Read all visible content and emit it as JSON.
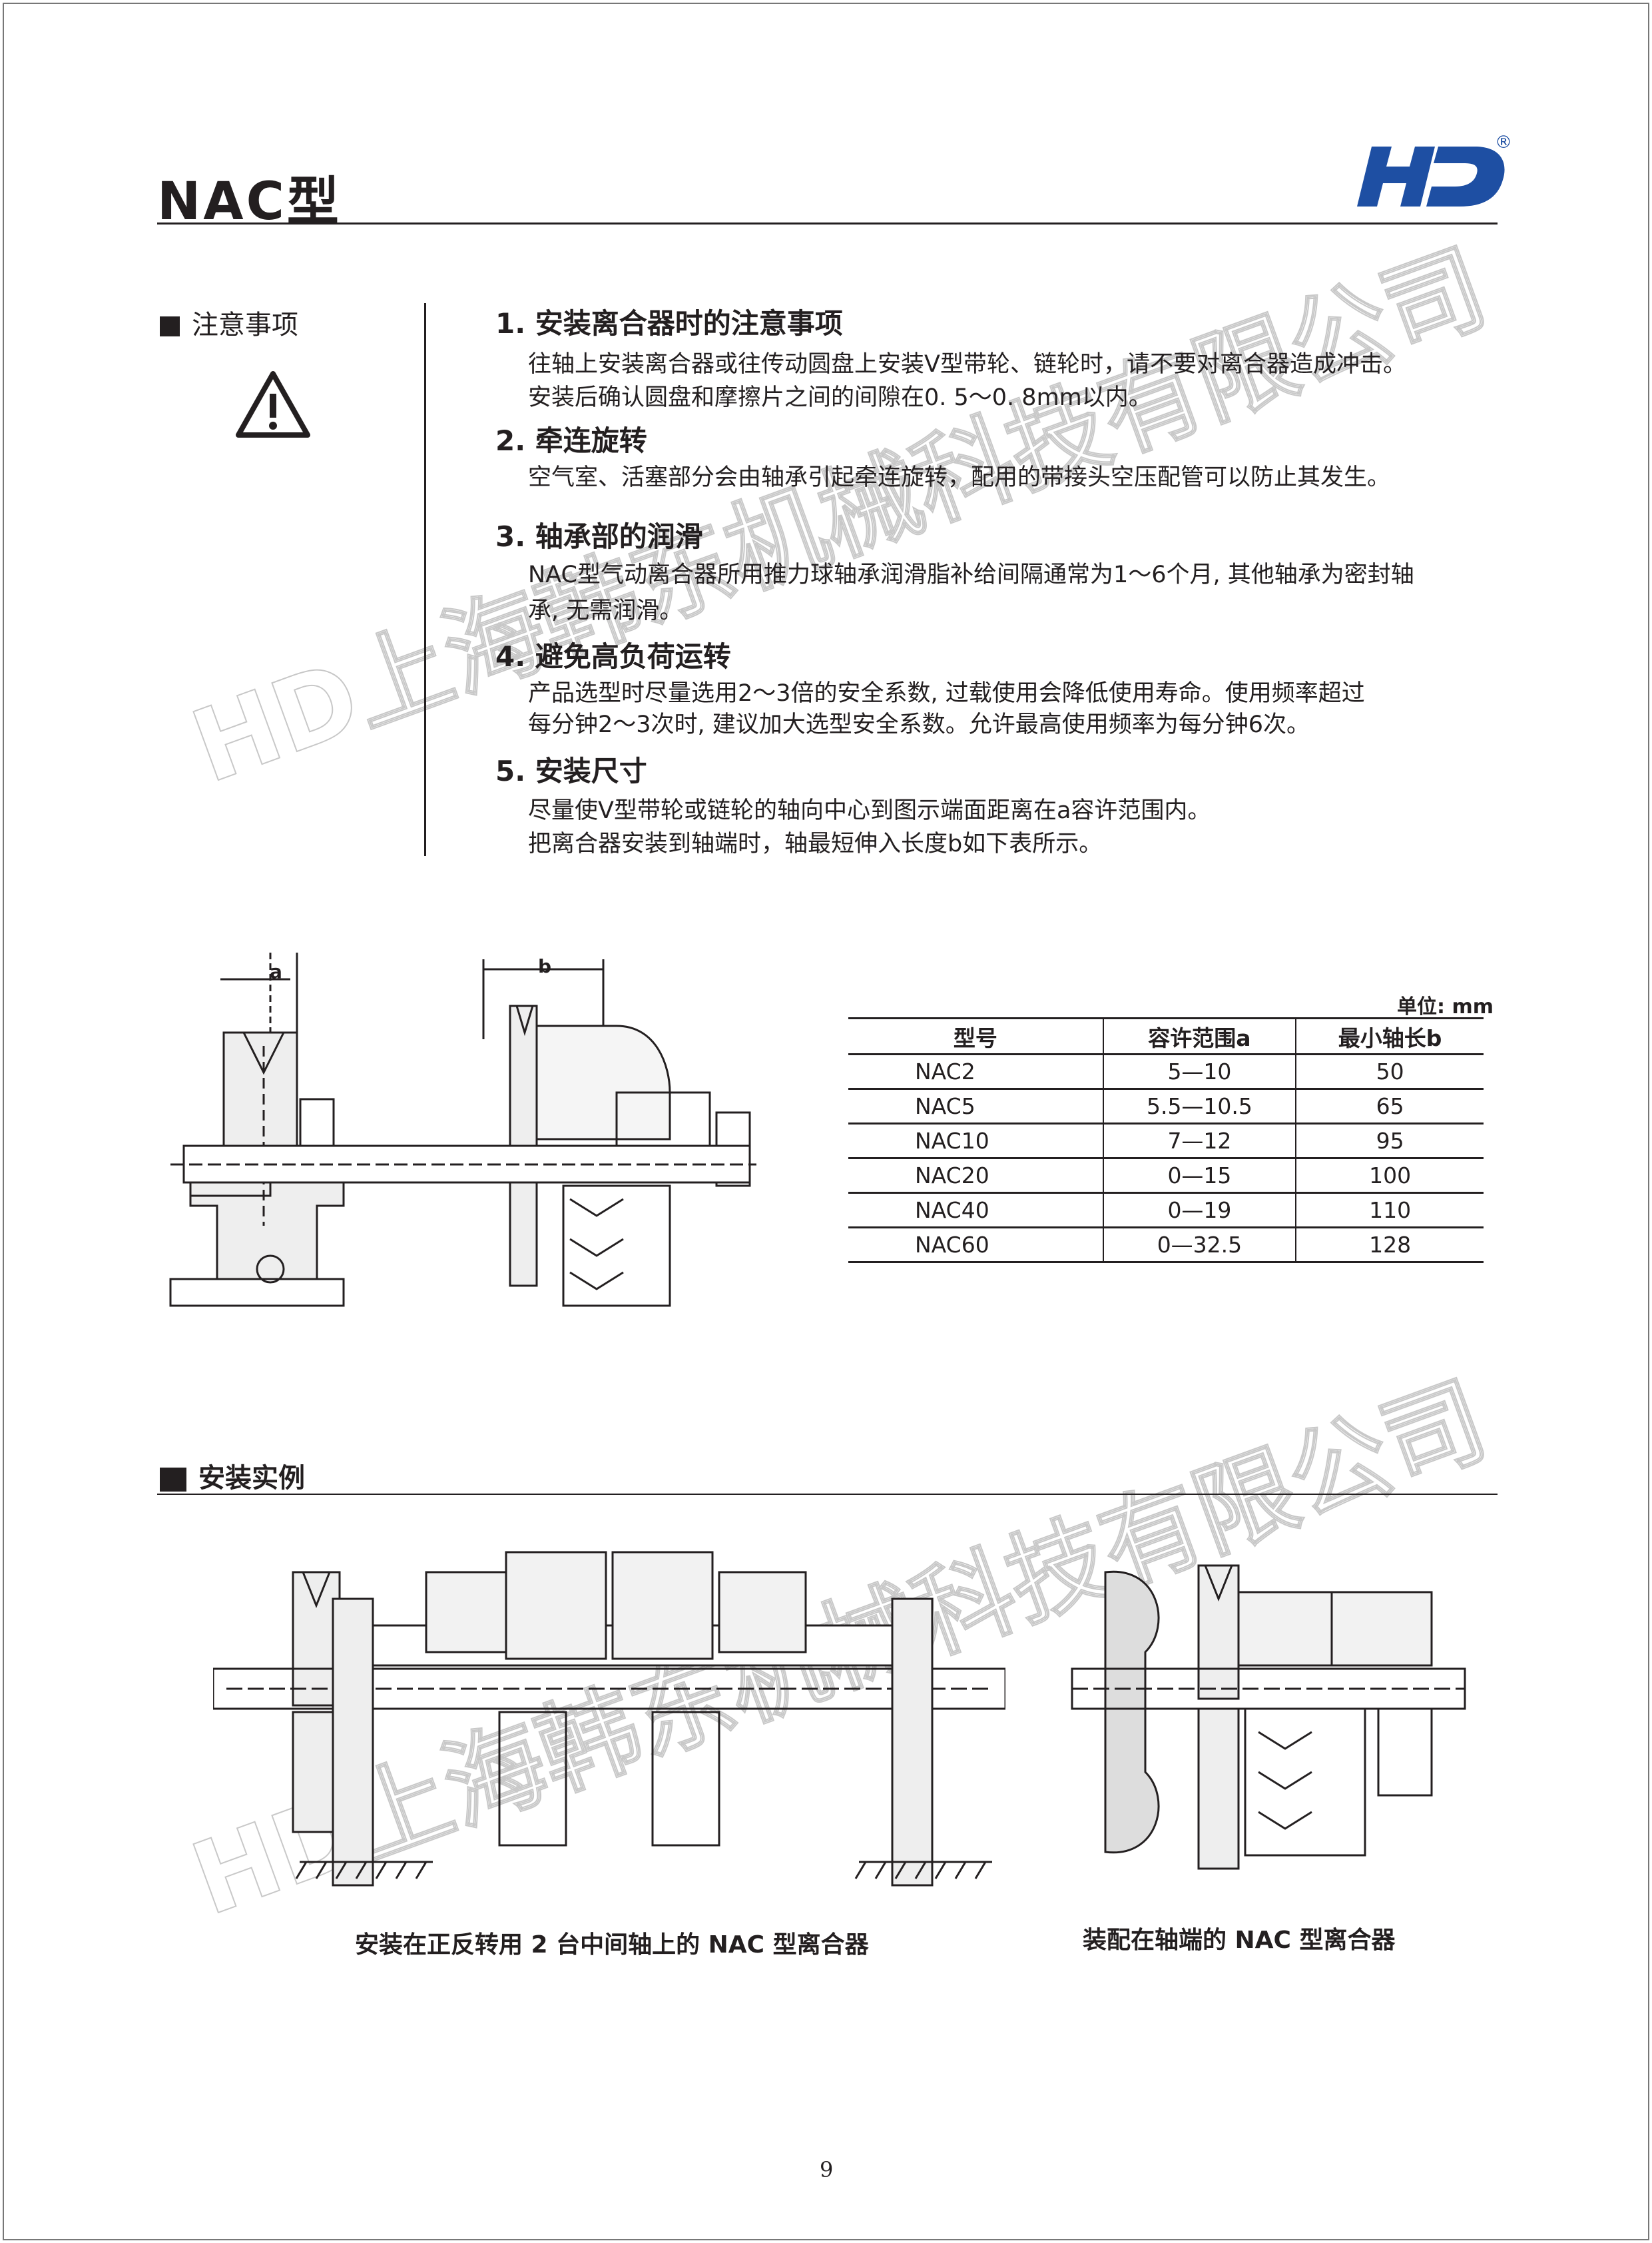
{
  "header": {
    "title": "NAC型",
    "logo_text": "HD",
    "logo_mark": "®",
    "brand_color": "#1e4fa3"
  },
  "notes": {
    "section_label": "注意事项",
    "icon": "warning-icon",
    "items": [
      {
        "heading": "1. 安装离合器时的注意事项",
        "lines": [
          "往轴上安装离合器或往传动圆盘上安装V型带轮、链轮时，请不要对离合器造成冲击。",
          "安装后确认圆盘和摩擦片之间的间隙在0. 5～0. 8mm以内。"
        ]
      },
      {
        "heading": "2. 牵连旋转",
        "lines": [
          "空气室、活塞部分会由轴承引起牵连旋转，配用的带接头空压配管可以防止其发生。"
        ]
      },
      {
        "heading": "3. 轴承部的润滑",
        "lines": [
          "NAC型气动离合器所用推力球轴承润滑脂补给间隔通常为1～6个月, 其他轴承为密封轴",
          "承, 无需润滑。"
        ]
      },
      {
        "heading": "4. 避免高负荷运转",
        "lines": [
          "产品选型时尽量选用2～3倍的安全系数, 过载使用会降低使用寿命。使用频率超过",
          "每分钟2～3次时, 建议加大选型安全系数。允许最高使用频率为每分钟6次。"
        ]
      },
      {
        "heading": "5. 安装尺寸",
        "lines": [
          "尽量使V型带轮或链轮的轴向中心到图示端面距离在a容许范围内。",
          "把离合器安装到轴端时，轴最短伸入长度b如下表所示。"
        ]
      }
    ]
  },
  "dimension_labels": {
    "a": "a",
    "b": "b"
  },
  "table": {
    "unit": "单位: mm",
    "headers": [
      "型号",
      "容许范围a",
      "最小轴长b"
    ],
    "rows": [
      [
        "NAC2",
        "5—10",
        "50"
      ],
      [
        "NAC5",
        "5.5—10.5",
        "65"
      ],
      [
        "NAC10",
        "7—12",
        "95"
      ],
      [
        "NAC20",
        "0—15",
        "100"
      ],
      [
        "NAC40",
        "0—19",
        "110"
      ],
      [
        "NAC60",
        "0—32.5",
        "128"
      ]
    ]
  },
  "examples": {
    "section_label": "安装实例",
    "caption_left": "安装在正反转用 2 台中间轴上的 NAC 型离合器",
    "caption_right": "装配在轴端的 NAC 型离合器"
  },
  "watermark": "HD上海韩东机械科技有限公司",
  "page_number": "9"
}
